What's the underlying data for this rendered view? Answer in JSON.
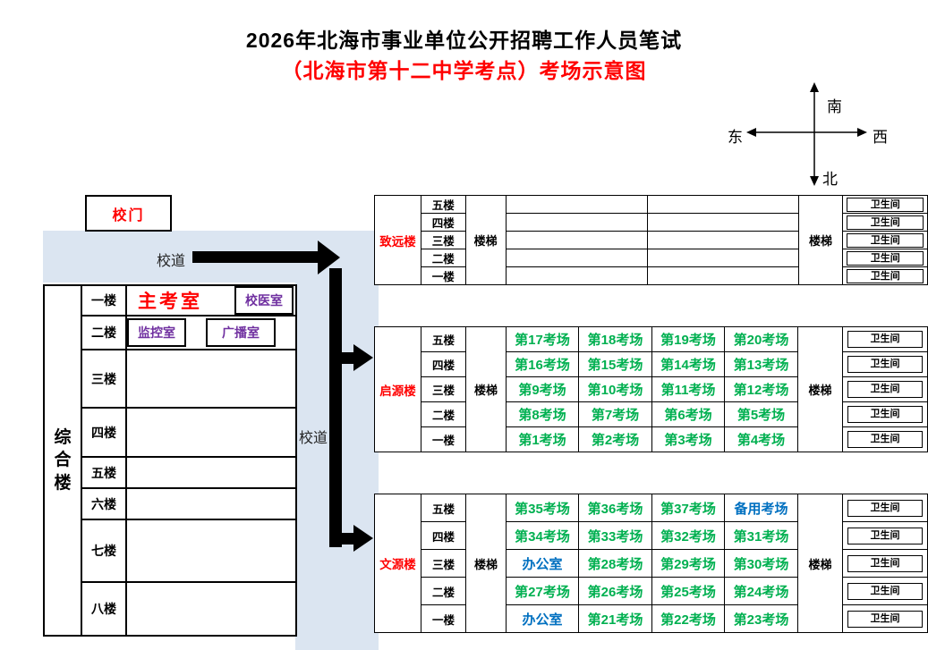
{
  "title": {
    "line1": "2026年北海市事业单位公开招聘工作人员笔试",
    "line2": "（北海市第十二中学考点）考场示意图"
  },
  "compass": {
    "south": "南",
    "north": "北",
    "east": "东",
    "west": "西"
  },
  "campus": {
    "gate": "校门",
    "road_h": "校道",
    "road_v": "校道"
  },
  "common": {
    "stairs": "楼梯",
    "toilet": "卫生间"
  },
  "left_building": {
    "name": "综合楼",
    "floors": [
      "一楼",
      "二楼",
      "三楼",
      "四楼",
      "五楼",
      "六楼",
      "七楼",
      "八楼"
    ],
    "rooms": {
      "main_exam_office": "主考室",
      "clinic": "校医室",
      "monitor_room": "监控室",
      "broadcast_room": "广播室"
    }
  },
  "buildings": {
    "zhiyuan": {
      "name": "致远楼",
      "floors": [
        "五楼",
        "四楼",
        "三楼",
        "二楼",
        "一楼"
      ]
    },
    "qiyuan": {
      "name": "启源楼",
      "floors": [
        "五楼",
        "四楼",
        "三楼",
        "二楼",
        "一楼"
      ],
      "rows": [
        [
          "第17考场",
          "第18考场",
          "第19考场",
          "第20考场"
        ],
        [
          "第16考场",
          "第15考场",
          "第14考场",
          "第13考场"
        ],
        [
          "第9考场",
          "第10考场",
          "第11考场",
          "第12考场"
        ],
        [
          "第8考场",
          "第7考场",
          "第6考场",
          "第5考场"
        ],
        [
          "第1考场",
          "第2考场",
          "第3考场",
          "第4考场"
        ]
      ]
    },
    "wenyuan": {
      "name": "文源楼",
      "floors": [
        "五楼",
        "四楼",
        "三楼",
        "二楼",
        "一楼"
      ],
      "rows": [
        [
          "第35考场",
          "第36考场",
          "第37考场",
          "备用考场"
        ],
        [
          "第34考场",
          "第33考场",
          "第32考场",
          "第31考场"
        ],
        [
          "办公室",
          "第28考场",
          "第29考场",
          "第30考场"
        ],
        [
          "第27考场",
          "第26考场",
          "第25考场",
          "第24考场"
        ],
        [
          "办公室",
          "第21考场",
          "第22考场",
          "第23考场"
        ]
      ]
    }
  },
  "colors": {
    "title_red": "#ff0000",
    "exam_green": "#00b050",
    "office_blue": "#0070c0",
    "label_purple": "#7030a0",
    "road_blue": "#dbe5f1"
  }
}
